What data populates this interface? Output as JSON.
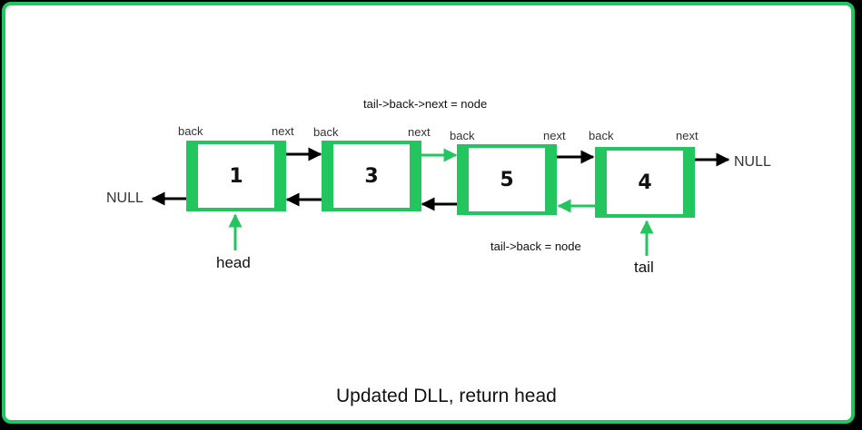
{
  "nodes": [
    {
      "value": "1",
      "back_label": "back",
      "next_label": "next"
    },
    {
      "value": "3",
      "back_label": "back",
      "next_label": "next"
    },
    {
      "value": "5",
      "back_label": "back",
      "next_label": "next"
    },
    {
      "value": "4",
      "back_label": "back",
      "next_label": "next"
    }
  ],
  "null_left": "NULL",
  "null_right": "NULL",
  "head_label": "head",
  "tail_label": "tail",
  "annotation_next": "tail->back->next = node",
  "annotation_back": "tail->back = node",
  "caption": "Updated DLL, return head",
  "colors": {
    "accent": "#22c55e",
    "arrow": "#000000"
  }
}
